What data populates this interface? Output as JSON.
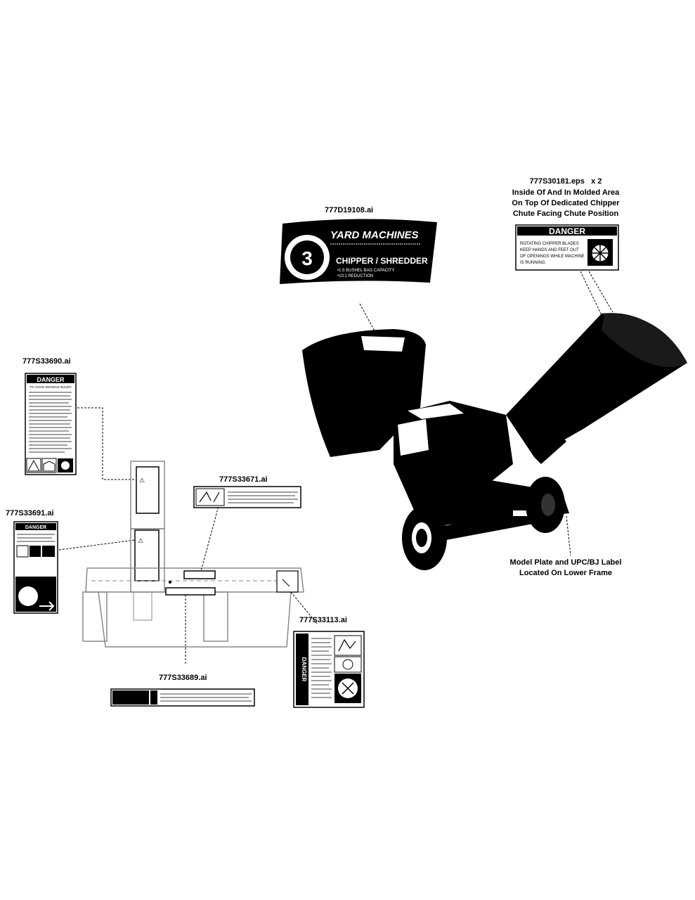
{
  "callouts": {
    "top_decal": "777D19108.ai",
    "danger_chute": "777S30181.eps",
    "danger_chute_qty": "x 2",
    "danger_chute_loc1": "Inside Of And In Molded Area",
    "danger_chute_loc2": "On Top Of Dedicated Chipper",
    "danger_chute_loc3": "Chute Facing Chute Position",
    "left_danger": "777S33690.ai",
    "left_danger2": "777S33691.ai",
    "frame_label": "777S33671.ai",
    "bottom_label": "777S33689.ai",
    "warning_label": "777S33113.ai",
    "model_plate1": "Model Plate and UPC/BJ Label",
    "model_plate2": "Located On Lower Frame"
  },
  "decals": {
    "brand": "YARD MACHINES",
    "product": "CHIPPER / SHREDDER",
    "spec1": "•1.5 BUSHEL BAG CAPACITY",
    "spec2": "•10:1 REDUCTION",
    "badge": "3",
    "danger": "DANGER",
    "danger_line1": "ROTATING CHIPPER BLADES",
    "danger_line2": "KEEP HANDS AND FEET OUT",
    "danger_line3": "OF OPENINGS WHILE MACHINE",
    "danger_line4": "IS RUNNING.",
    "danger_small": "DANGER",
    "danger_small_sub": "TO AVOID SERIOUS INJURY",
    "warning_vertical": "DANGER"
  },
  "colors": {
    "ink": "#000000",
    "paper": "#ffffff",
    "gray": "#8a8a8a"
  }
}
